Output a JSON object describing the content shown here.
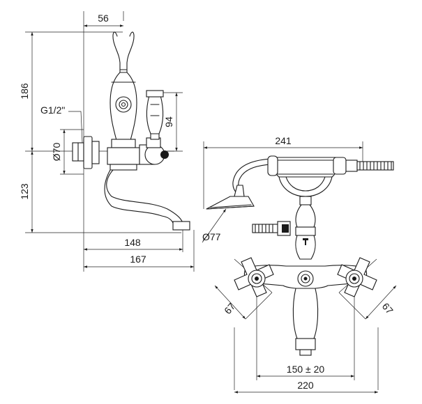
{
  "drawing": {
    "dimensions": {
      "side_top_width": "56",
      "side_total_height": "186",
      "thread_size": "G1/2\"",
      "handle_height": "94",
      "inlet_diameter": "Ø70",
      "lower_height": "123",
      "spout_reach": "148",
      "total_reach": "167",
      "front_overall_width": "241",
      "shower_head_diameter": "Ø77",
      "left_handle_diameter": "67",
      "right_handle_diameter": "67",
      "center_distance": "150 ± 20",
      "front_base_width": "220"
    }
  }
}
